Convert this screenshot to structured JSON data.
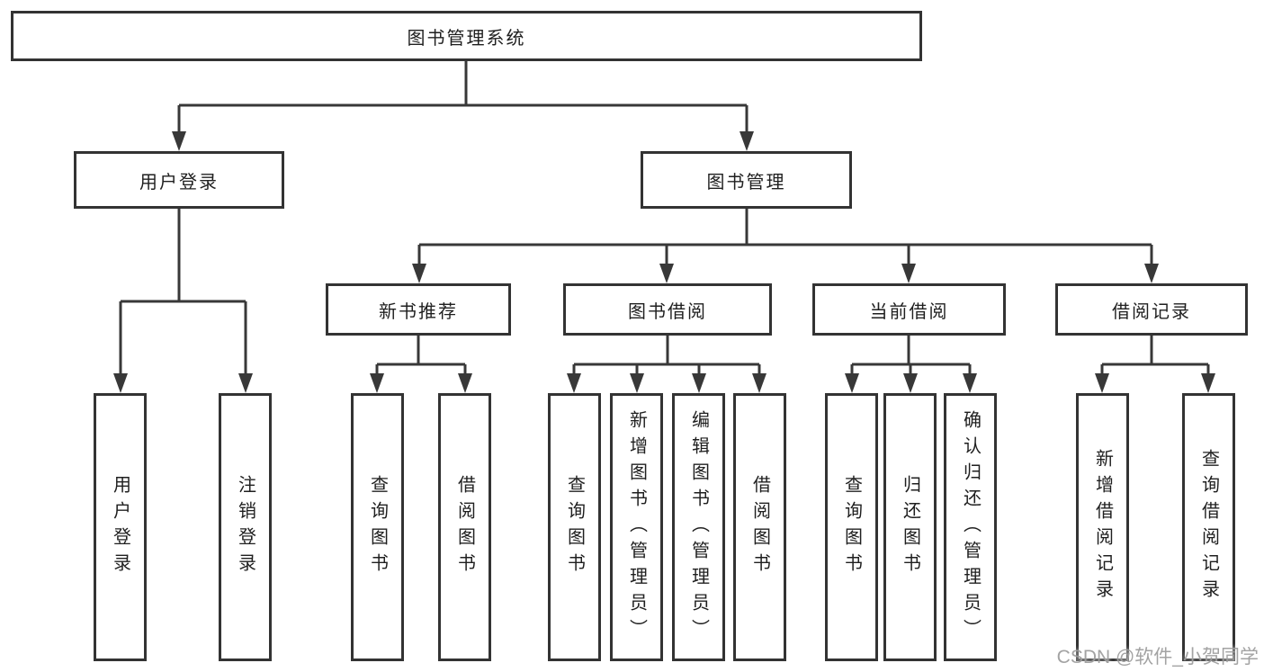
{
  "diagram": {
    "root": {
      "label": "图书管理系统"
    },
    "branches": [
      {
        "label": "用户登录",
        "children": [
          {
            "label": "用户登录"
          },
          {
            "label": "注销登录"
          }
        ]
      },
      {
        "label": "图书管理",
        "children": [
          {
            "label": "新书推荐",
            "children": [
              {
                "label": "查询图书"
              },
              {
                "label": "借阅图书"
              }
            ]
          },
          {
            "label": "图书借阅",
            "children": [
              {
                "label": "查询图书"
              },
              {
                "label": "新增图书（管理员）"
              },
              {
                "label": "编辑图书（管理员）"
              },
              {
                "label": "借阅图书"
              }
            ]
          },
          {
            "label": "当前借阅",
            "children": [
              {
                "label": "查询图书"
              },
              {
                "label": "归还图书"
              },
              {
                "label": "确认归还（管理员）"
              }
            ]
          },
          {
            "label": "借阅记录",
            "children": [
              {
                "label": "新增借阅记录"
              },
              {
                "label": "查询借阅记录"
              }
            ]
          }
        ]
      }
    ]
  },
  "watermark": {
    "text": "CSDN @软件_小贺同学"
  },
  "colors": {
    "line": "#383838",
    "node_border": "#333333",
    "background": "#ffffff",
    "watermark": "#9e9e9e"
  }
}
